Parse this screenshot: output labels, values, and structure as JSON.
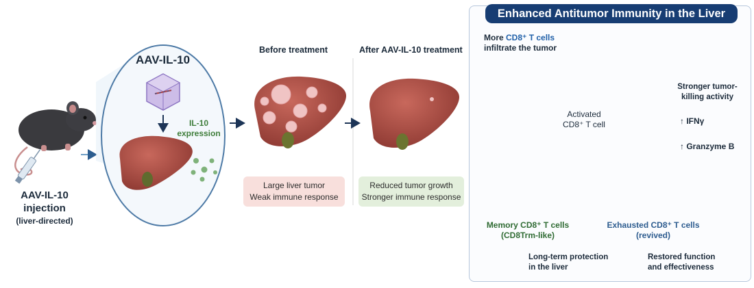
{
  "injection": {
    "line1": "AAV-IL-10",
    "line2": "injection",
    "line3": "(liver-directed)"
  },
  "oval": {
    "title": "AAV-IL-10",
    "expression_line1": "IL-10",
    "expression_line2": "expression"
  },
  "before": {
    "heading": "Before treatment",
    "box_line1": "Large liver tumor",
    "box_line2": "Weak immune response"
  },
  "after": {
    "heading": "After AAV-IL-10 treatment",
    "box_line1": "Reduced tumor growth",
    "box_line2": "Stronger immune response"
  },
  "panel": {
    "banner": "Enhanced Antitumor Immunity in the Liver",
    "infiltrate_prefix": "More ",
    "infiltrate_cell": "CD8⁺ T cells",
    "infiltrate_line2": "infiltrate the tumor",
    "activated_line1": "Activated",
    "activated_line2": "CD8⁺ T cell",
    "killing_line1": "Stronger tumor-",
    "killing_line2": "killing activity",
    "ifng": "↑ IFNγ",
    "granzyme": "↑ Granzyme B",
    "memory_line1": "Memory CD8⁺ T cells",
    "memory_line2": "(CD8Trm-like)",
    "exhausted_line1": "Exhausted CD8⁺ T cells",
    "exhausted_line2": "(revived)",
    "protection_line1": "Long-term protection",
    "protection_line2": "in the liver",
    "restored_line1": "Restored function",
    "restored_line2": "and effectiveness"
  },
  "colors": {
    "navy": "#173d73",
    "cd8_blue": "#1f5fa8",
    "il10_green": "#3e7d3a",
    "memory_green": "#2f6b33",
    "exhausted_blue": "#2d5c8f",
    "red_box": "#f8dfdc",
    "green_box": "#e3efdc"
  }
}
